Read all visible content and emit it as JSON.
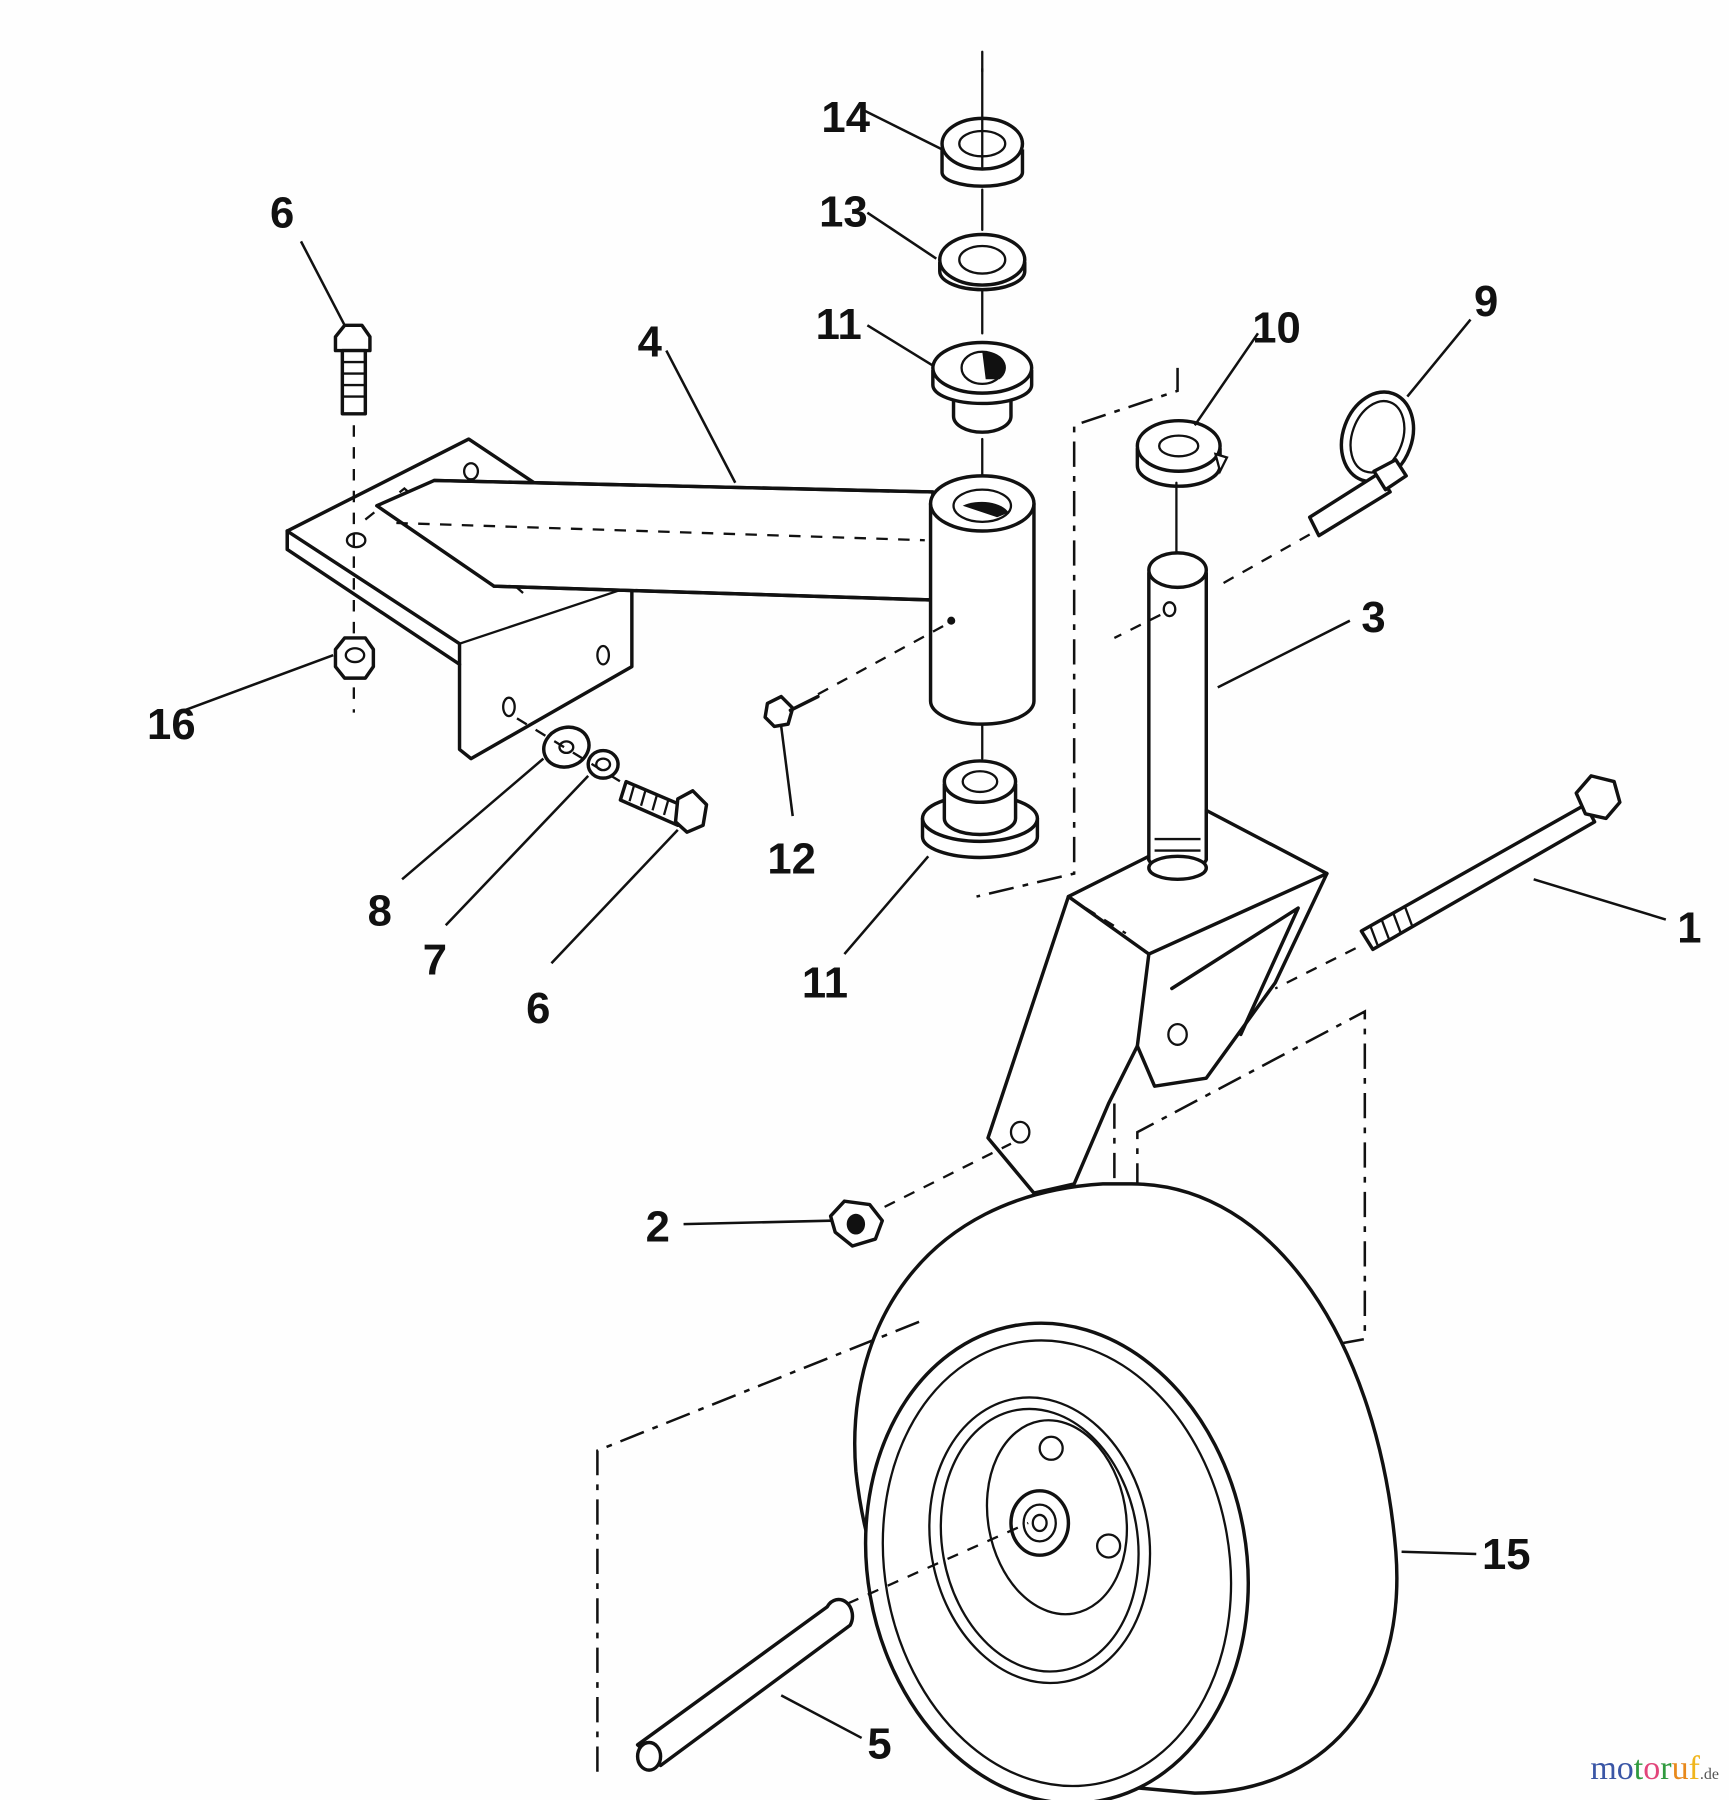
{
  "diagram": {
    "type": "exploded parts diagram",
    "callouts": [
      {
        "id": "c1",
        "label": "1"
      },
      {
        "id": "c2",
        "label": "2"
      },
      {
        "id": "c3",
        "label": "3"
      },
      {
        "id": "c4",
        "label": "4"
      },
      {
        "id": "c5",
        "label": "5"
      },
      {
        "id": "c6a",
        "label": "6"
      },
      {
        "id": "c6b",
        "label": "6"
      },
      {
        "id": "c7",
        "label": "7"
      },
      {
        "id": "c8",
        "label": "8"
      },
      {
        "id": "c9",
        "label": "9"
      },
      {
        "id": "c10",
        "label": "10"
      },
      {
        "id": "c11a",
        "label": "11"
      },
      {
        "id": "c11b",
        "label": "11"
      },
      {
        "id": "c12",
        "label": "12"
      },
      {
        "id": "c13",
        "label": "13"
      },
      {
        "id": "c14",
        "label": "14"
      },
      {
        "id": "c15",
        "label": "15"
      },
      {
        "id": "c16",
        "label": "16"
      }
    ]
  },
  "watermark": {
    "letters": [
      "m",
      "o",
      "t",
      "o",
      "r",
      "u",
      "f"
    ],
    "colors": [
      "#3a56a6",
      "#3a56a6",
      "#2f9a3e",
      "#e2457a",
      "#2f9a3e",
      "#e8891c",
      "#f0b51c"
    ],
    "tld": ".de"
  }
}
